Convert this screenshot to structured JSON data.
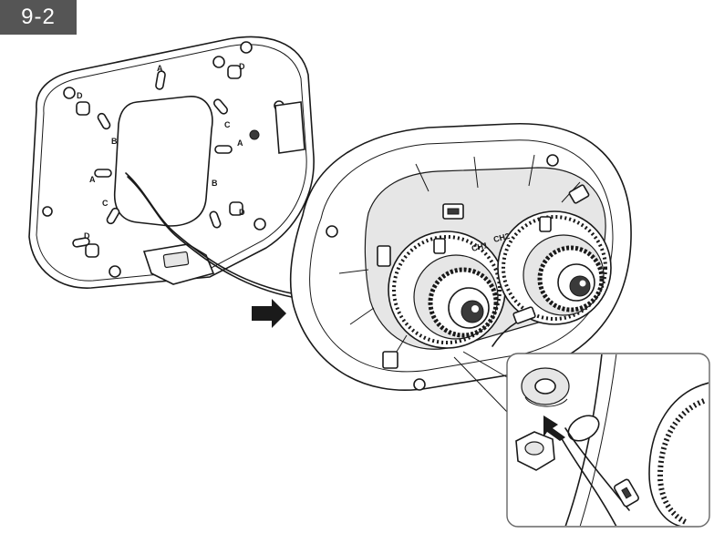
{
  "step_label": "9-2",
  "plate_marks": {
    "a_left": "A",
    "a_top": "A",
    "a_right": "A",
    "b_left": "B",
    "b_right": "B",
    "c_left": "C",
    "c_right": "C",
    "d_left": "D",
    "d_top": "D",
    "d_right": "D",
    "d_bottom": "D"
  },
  "channel_labels": {
    "left": "CH1",
    "right": "CH2"
  }
}
